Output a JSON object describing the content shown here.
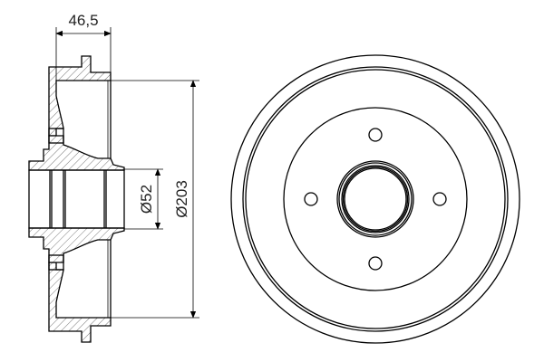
{
  "drawing": {
    "dimensions": {
      "width_label": "46,5",
      "bore_diameter_label": "Ø52",
      "outer_diameter_label": "Ø203"
    },
    "bolt_holes": 4
  }
}
